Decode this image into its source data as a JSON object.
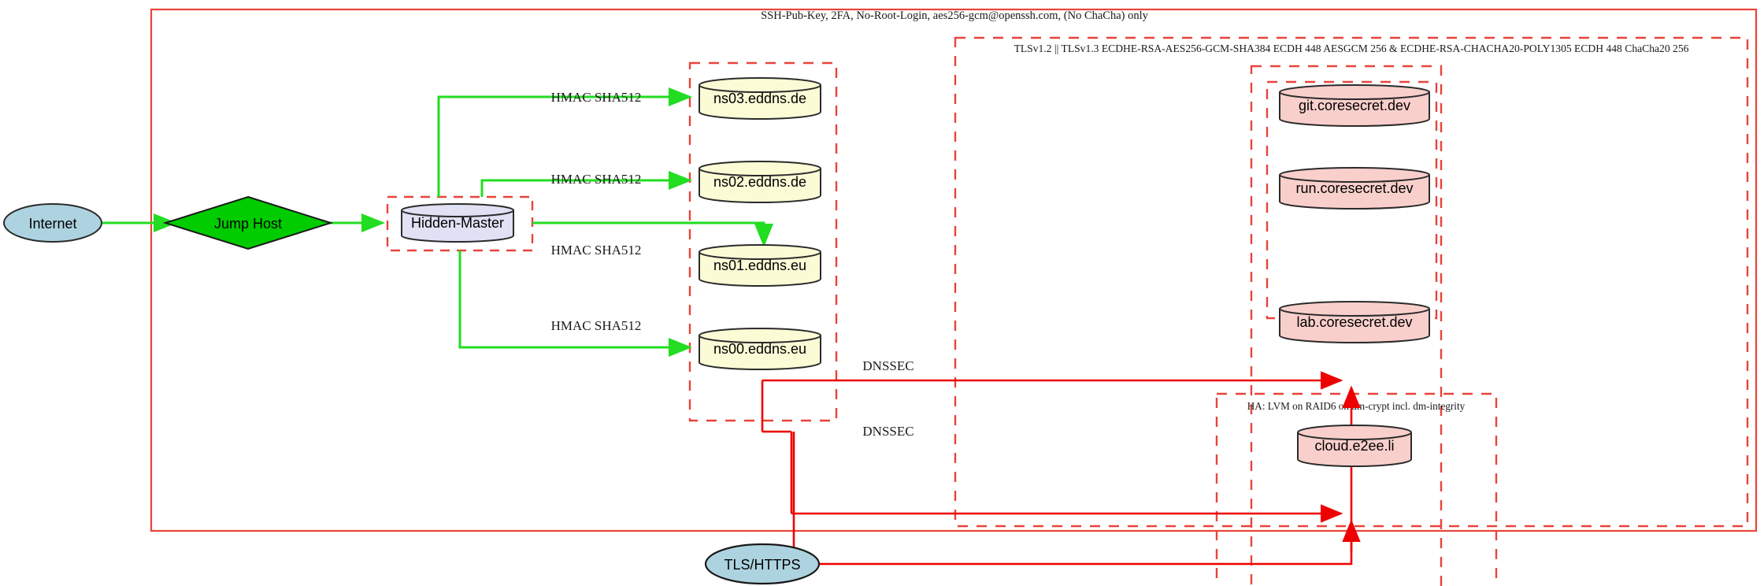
{
  "diagram": {
    "title_top": "SSH-Pub-Key, 2FA, No-Root-Login, aes256-gcm@openssh.com, (No ChaCha) only",
    "tls_boundary_label": "TLSv1.2 || TLSv1.3 ECDHE-RSA-AES256-GCM-SHA384 ECDH 448 AESGCM 256 & ECDHE-RSA-CHACHA20-POLY1305 ECDH 448 ChaCha20 256",
    "ha_boundary_label": "HA: LVM on RAID6 on dm-crypt incl. dm-integrity"
  },
  "nodes": {
    "internet": "Internet",
    "jump_host": "Jump Host",
    "hidden_master": "Hidden-Master",
    "tls_https": "TLS/HTTPS",
    "ns03": "ns03.eddns.de",
    "ns02": "ns02.eddns.de",
    "ns01": "ns01.eddns.eu",
    "ns00": "ns00.eddns.eu",
    "git": "git.coresecret.dev",
    "run": "run.coresecret.dev",
    "lab": "lab.coresecret.dev",
    "cloud": "cloud.e2ee.li"
  },
  "edges": {
    "hmac_ns03": "HMAC SHA512",
    "hmac_ns02": "HMAC SHA512",
    "hmac_ns01": "HMAC SHA512",
    "hmac_ns00": "HMAC SHA512",
    "dnssec_upper": "DNSSEC",
    "dnssec_lower": "DNSSEC"
  },
  "colors": {
    "boundary_red": "#e8443a",
    "edge_green": "#22dd22",
    "edge_red": "#ee0000",
    "fill_blue": "#aed3e0",
    "fill_green": "#00cc00",
    "fill_lavender": "#e1e1f5",
    "fill_yellow": "#fbfbd6",
    "fill_pink": "#f9cfcc",
    "stroke_dark": "#2b2b2b"
  }
}
